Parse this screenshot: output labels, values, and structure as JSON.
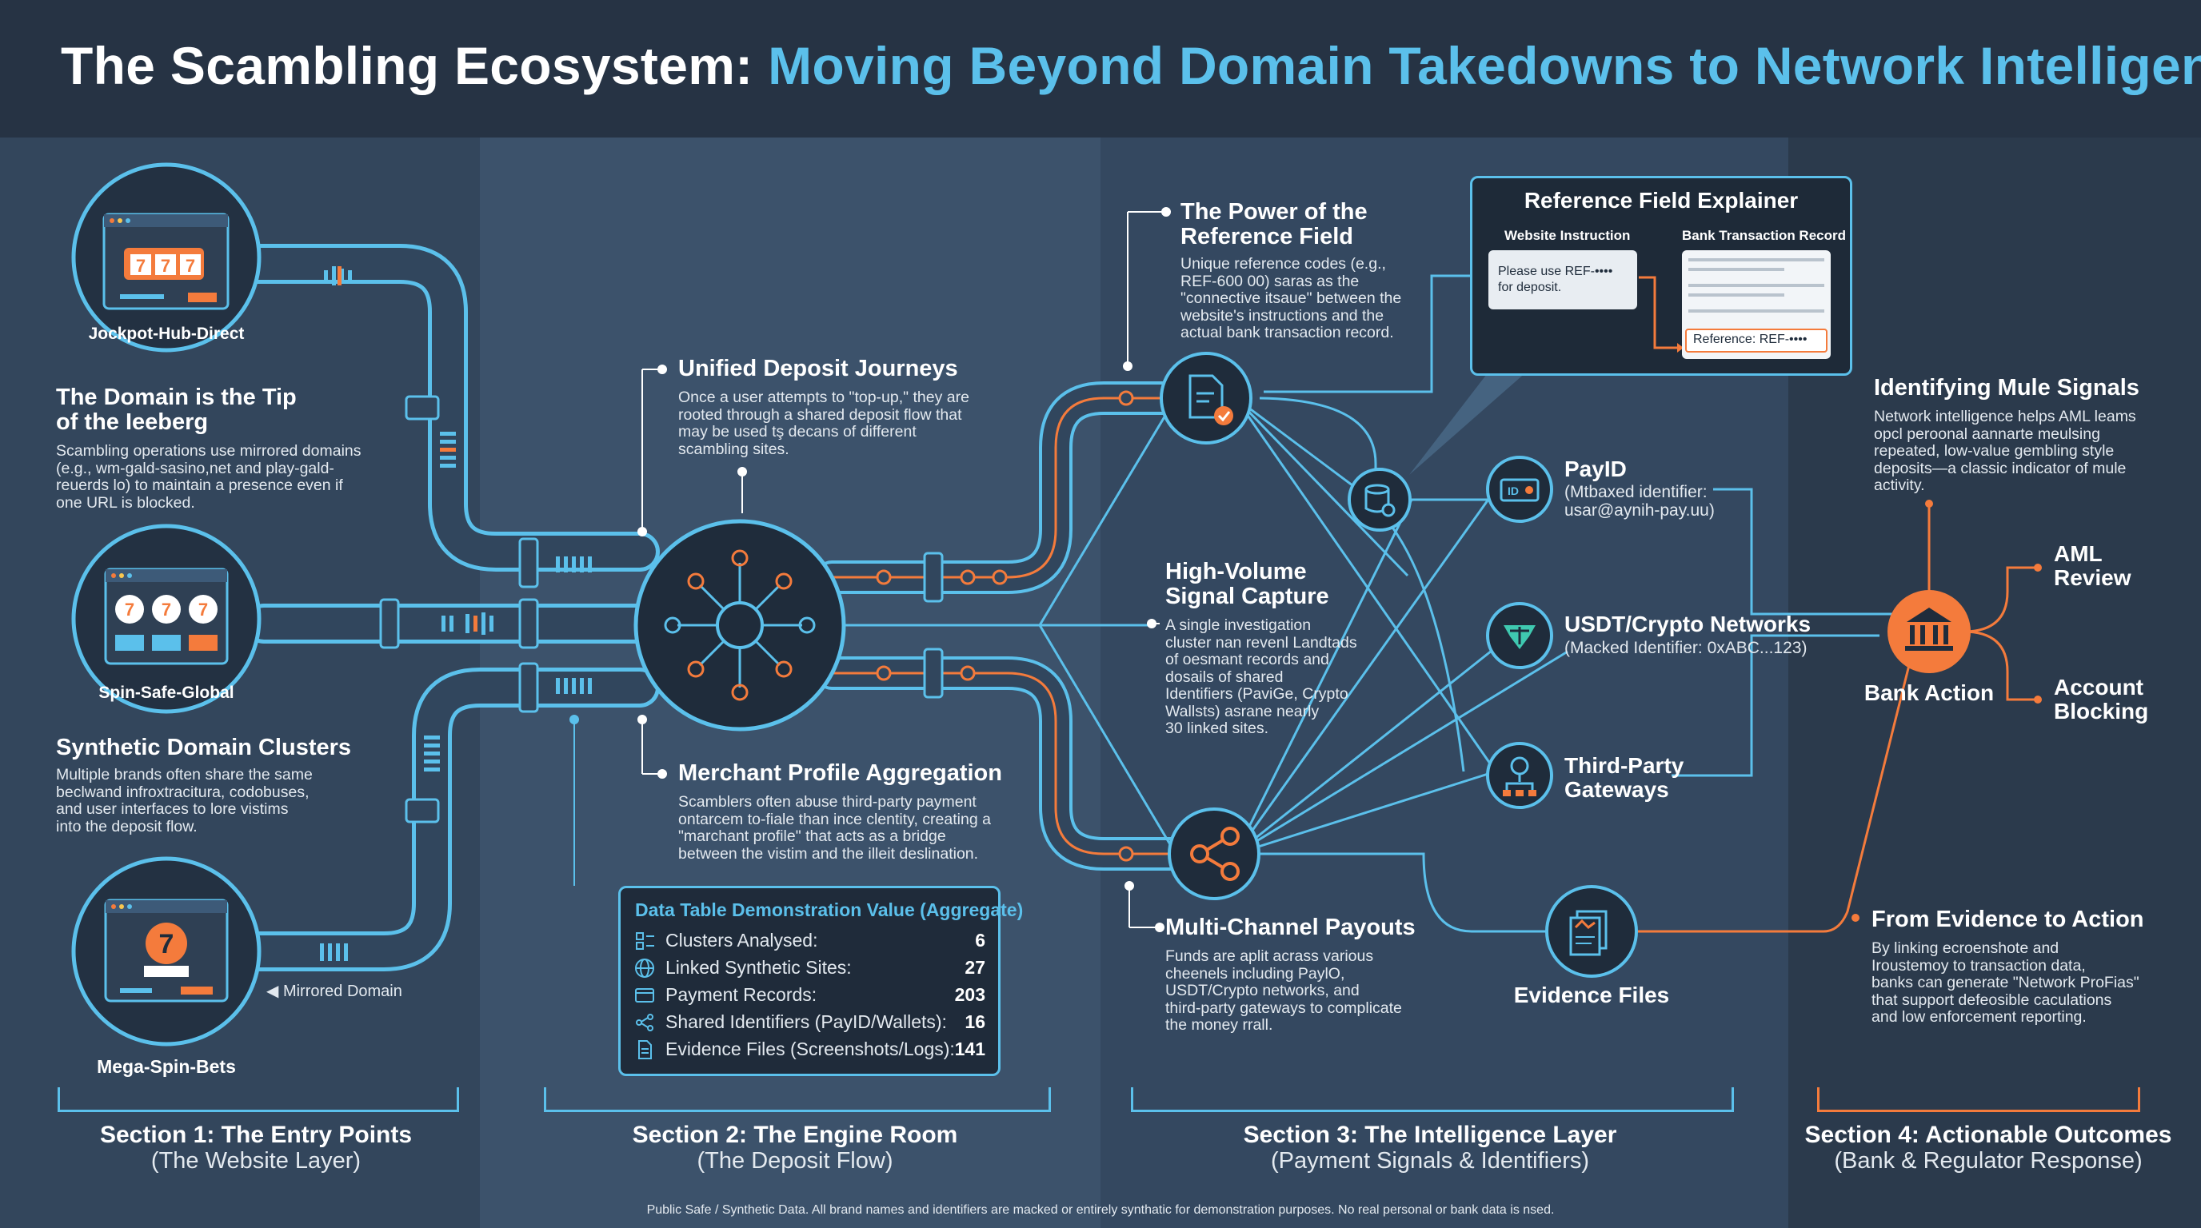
{
  "title": {
    "lead": "The Scambling Ecosystem:",
    "accent": "Moving Beyond Domain Takedowns to Network Intelligence"
  },
  "sites": [
    {
      "label": "Jockpot-Hub-Direct"
    },
    {
      "label": "Spin-Safe-Global"
    },
    {
      "label": "Mega-Spin-Bets"
    }
  ],
  "mirrored_label": "◀ Mirrored Domain",
  "section1": {
    "tip_head": [
      "The Domain is the Tip",
      "of the Ieeberg"
    ],
    "tip_body": [
      "Scambling operations use mirrored domains",
      "(e.g., wm-gald-sasino,net and play-gald-",
      "reuerds lo) to maintain a presence even if",
      "one URL is blocked."
    ],
    "clusters_head": "Synthetic Domain Clusters",
    "clusters_body": [
      "Multiple brands often share the same",
      "beclwand infroxtracitura, codobuses,",
      "and user interfaces to lore vistims",
      "into the deposit flow."
    ]
  },
  "section2": {
    "unified_head": "Unified Deposit Journeys",
    "unified_body": [
      "Once a user attempts to \"top-up,\" they are",
      "rooted through a shared deposit flow that",
      "may be used tş decans of different",
      "scambling sites."
    ],
    "merchant_head": "Merchant Profile Aggregation",
    "merchant_body": [
      "Scamblers often abuse third-party payment",
      "ontarcem to-fiale than ince clentity, creating a",
      "\"marchant profile\" that acts as a bridge",
      "between the vistim and the illeit deslination."
    ]
  },
  "stats": {
    "title": "Data Table Demonstration Value (Aggregate)",
    "rows": [
      {
        "label": "Clusters Analysed:",
        "value": "6",
        "icon": "layers-icon"
      },
      {
        "label": "Linked Synthetic Sites:",
        "value": "27",
        "icon": "globe-icon"
      },
      {
        "label": "Payment Records:",
        "value": "203",
        "icon": "card-icon"
      },
      {
        "label": "Shared Identifiers (PayID/Wallets):",
        "value": "16",
        "icon": "share-icon"
      },
      {
        "label": "Evidence Files (Screenshots/Logs):",
        "value": "141",
        "icon": "document-icon"
      }
    ]
  },
  "section3": {
    "reference_head": [
      "The Power of the",
      "Reference Field"
    ],
    "reference_body": [
      "Unique reference codes (e.g.,",
      "REF-600 00) saras as the",
      "\"connective itsaue\" between the",
      "website's instructions and the",
      "actual bank transaction record."
    ],
    "highvolume_head": [
      "High-Volume",
      "Signal Capture"
    ],
    "highvolume_body": [
      "A single investigation",
      "cluster nan revenl Landtads",
      "of oesmant records and",
      "dosails of shared",
      "Identifiers (PaviGe, Crypto",
      "Wallsts) asrane nearly",
      "30 linked sites."
    ],
    "payouts_head": "Multi-Channel Payouts",
    "payouts_body": [
      "Funds are aplit acrass various",
      "cheenels including PaylO,",
      "USDT/Crypto networks, and",
      "third-party gateways to complicate",
      "the money rrall."
    ]
  },
  "ref_panel": {
    "title": "Reference Field Explainer",
    "website_label": "Website Instruction",
    "bank_label": "Bank Transaction Record",
    "instruction": [
      "Please use REF-••••",
      "for deposit."
    ],
    "reference": "Reference: REF-••••"
  },
  "nodes": {
    "payid_head": "PayID",
    "payid_sub": [
      "(Mtbaxed identifier:",
      "usar@aynih-pay.uu)"
    ],
    "usdt_head": "USDT/Crypto Networks",
    "usdt_sub": "(Macked Identifier: 0xABC...123)",
    "gateways_head": [
      "Third-Party",
      "Gateways"
    ],
    "evidence_head": "Evidence Files"
  },
  "section4": {
    "mule_head": "Identifying Mule Signals",
    "mule_body": [
      "Network intelligence helps AML leams",
      "opcl peroonal aannarte meulsing",
      "repeated, low-value gembling style",
      "deposits—a classic indicator of mule",
      "activity."
    ],
    "bank_action": "Bank Action",
    "aml_review": [
      "AML",
      "Review"
    ],
    "account_blocking": [
      "Account",
      "Blocking"
    ],
    "evidence_head": "From Evidence to Action",
    "evidence_body": [
      "By linking ecroenshote and",
      "Iroustemoy to transaction data,",
      "banks can generate \"Network ProFias\"",
      "that support defeosible caculations",
      "and low enforcement reporting."
    ]
  },
  "sections": [
    {
      "title": "Section 1: The Entry Points",
      "sub": "(The Website Layer)"
    },
    {
      "title": "Section 2: The Engine Room",
      "sub": "(The Deposit Flow)"
    },
    {
      "title": "Section 3: The Intelligence Layer",
      "sub": "(Payment Signals & Identifiers)"
    },
    {
      "title": "Section 4: Actionable Outcomes",
      "sub": "(Bank & Regulator Response)"
    }
  ],
  "footer": "Public Safe / Synthetic Data. All brand names and identifiers are macked or entirely synthatic for demonstration purposes. No real personal or bank data is nsed.",
  "colors": {
    "accent": "#5bc0eb",
    "orange": "#f47b3c",
    "node_fill": "#1f2c3b",
    "panel": "#1e2a38"
  }
}
